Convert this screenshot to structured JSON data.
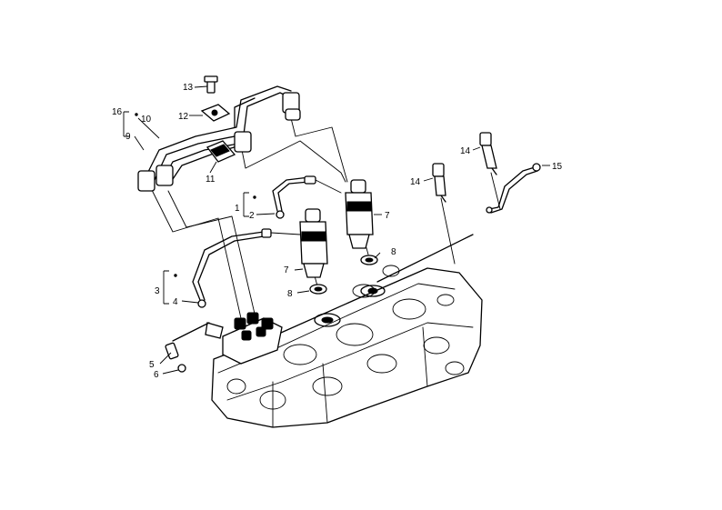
{
  "diagram": {
    "callouts": [
      {
        "id": "c1",
        "text": "1"
      },
      {
        "id": "c2",
        "text": "2"
      },
      {
        "id": "c3",
        "text": "3"
      },
      {
        "id": "c4",
        "text": "4"
      },
      {
        "id": "c5",
        "text": "5"
      },
      {
        "id": "c6",
        "text": "6"
      },
      {
        "id": "c7a",
        "text": "7"
      },
      {
        "id": "c7b",
        "text": "7"
      },
      {
        "id": "c8a",
        "text": "8"
      },
      {
        "id": "c8b",
        "text": "8"
      },
      {
        "id": "c9",
        "text": "9"
      },
      {
        "id": "c10",
        "text": "10"
      },
      {
        "id": "c11",
        "text": "11"
      },
      {
        "id": "c12",
        "text": "12"
      },
      {
        "id": "c13",
        "text": "13"
      },
      {
        "id": "c14a",
        "text": "14"
      },
      {
        "id": "c14b",
        "text": "14"
      },
      {
        "id": "c15",
        "text": "15"
      },
      {
        "id": "c16",
        "text": "16"
      }
    ]
  }
}
